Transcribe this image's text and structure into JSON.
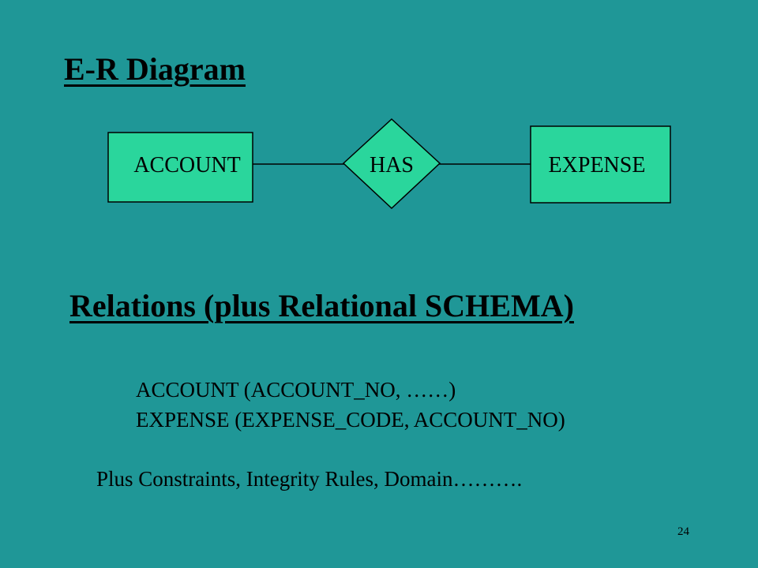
{
  "title": "E-R Diagram",
  "diagram": {
    "entity_left": "ACCOUNT",
    "relationship": "HAS",
    "entity_right": "EXPENSE",
    "fill_color": "#2ad69c",
    "line_color": "#000000"
  },
  "subtitle": "Relations (plus Relational SCHEMA)",
  "schema": [
    "ACCOUNT (ACCOUNT_NO, ……)",
    "EXPENSE (EXPENSE_CODE, ACCOUNT_NO)"
  ],
  "note": "Plus Constraints, Integrity Rules, Domain……….",
  "page_number": "24",
  "colors": {
    "background": "#1f9797"
  }
}
